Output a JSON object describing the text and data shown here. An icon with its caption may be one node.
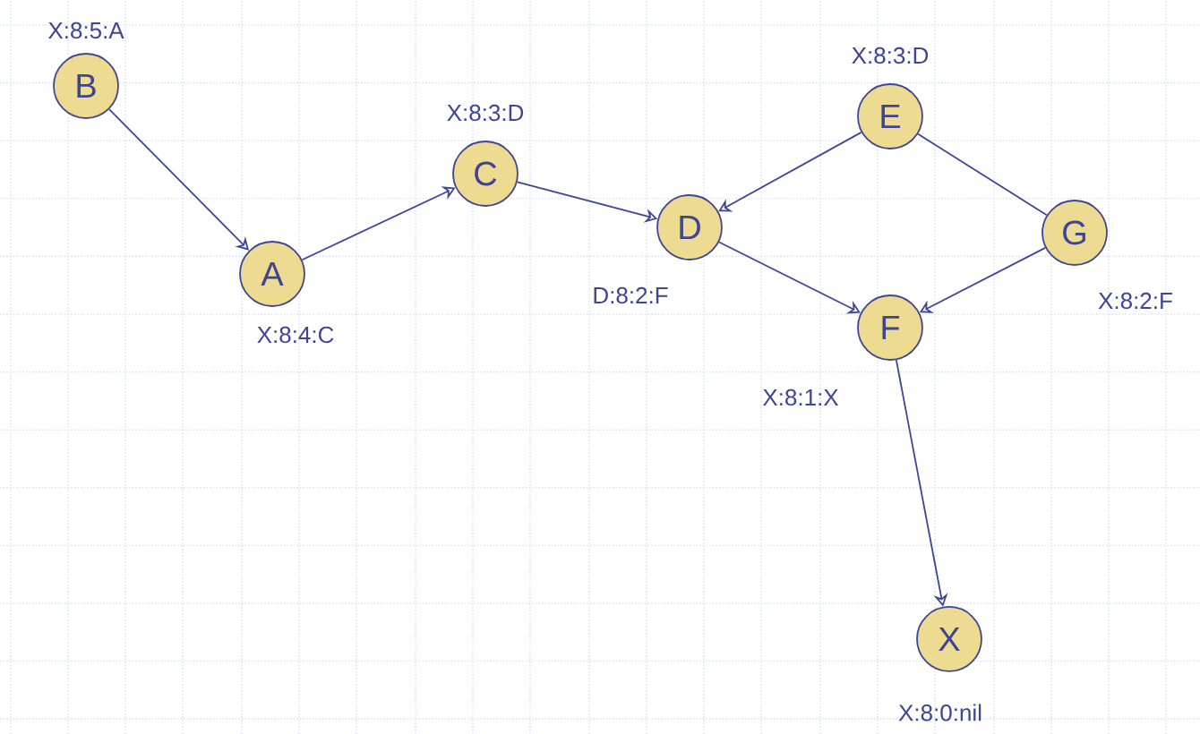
{
  "diagram": {
    "nodes": [
      {
        "text": [
          "B"
        ],
        "beside": [
          "X:8:5:A"
        ]
      },
      {
        "text": [
          "E"
        ],
        "beside": [
          "X:8:3:D"
        ]
      },
      {
        "text": [
          "C"
        ],
        "beside": [
          "X:8:3:D"
        ]
      },
      {
        "text": [
          "D"
        ],
        "beside": [
          "D:8:2:F"
        ]
      },
      {
        "text": [
          "G"
        ],
        "beside": [
          "X:8:2:F"
        ]
      },
      {
        "text": [
          "A"
        ],
        "beside": [
          "X:8:4:C"
        ]
      },
      {
        "text": [
          "F"
        ],
        "beside": [
          "X:8:1:X"
        ]
      },
      {
        "text": [
          "X"
        ],
        "beside": [
          "X:8:0:nil"
        ]
      }
    ],
    "edges": [
      {
        "from": 0,
        "to": 5,
        "arrow": "to"
      },
      {
        "from": 5,
        "to": 2,
        "arrow": "to"
      },
      {
        "from": 2,
        "to": 3,
        "arrow": "to"
      },
      {
        "from": 1,
        "to": 3,
        "arrow": "to"
      },
      {
        "from": 1,
        "to": 4,
        "arrow": "none"
      },
      {
        "from": 3,
        "to": 6,
        "arrow": "to"
      },
      {
        "from": 4,
        "to": 6,
        "arrow": "to"
      },
      {
        "from": 6,
        "to": 7,
        "arrow": "to"
      }
    ]
  }
}
